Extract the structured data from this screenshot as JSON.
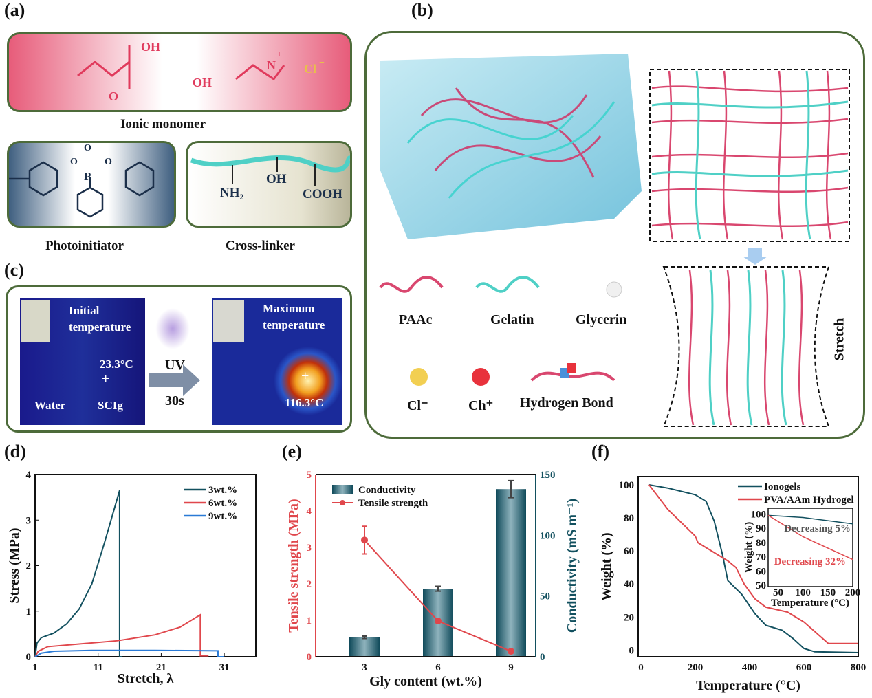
{
  "panel_labels": [
    "(a)",
    "(b)",
    "(c)",
    "(d)",
    "(e)",
    "(f)"
  ],
  "a": {
    "oh1": "OH",
    "o": "O",
    "oh2": "OH",
    "n": "N",
    "plus": "+",
    "cl": "Cl",
    "clminus": "−",
    "ionic": "Ionic monomer",
    "p": "P",
    "o1": "O",
    "o2": "O",
    "o3": "O",
    "photo": "Photoinitiator",
    "nh2": "NH₂",
    "oh3": "OH",
    "cooh": "COOH",
    "cross": "Cross-linker"
  },
  "b": {
    "paac": "PAAc",
    "gelatin": "Gelatin",
    "glycerin": "Glycerin",
    "cl": "Cl⁻",
    "ch": "Ch⁺",
    "hbond": "Hydrogen Bond",
    "stretch": "Stretch"
  },
  "c": {
    "initial": "Initial temperature",
    "init_temp": "23.3°C",
    "water": "Water",
    "scig": "SCIg",
    "uv": "UV",
    "time": "30s",
    "maximum": "Maximum temperature",
    "max_temp": "116.3°C"
  },
  "colors": {
    "teal": "#12505f",
    "red": "#e0474c",
    "blue": "#2a7ad6",
    "border": "#4d6b3a"
  },
  "chart_data": [
    {
      "panel": "d",
      "type": "line",
      "xlabel": "Stretch, λ",
      "ylabel": "Stress (MPa)",
      "xlim": [
        1,
        36
      ],
      "ylim": [
        0,
        4
      ],
      "xticks": [
        1,
        11,
        21,
        31
      ],
      "yticks": [
        0,
        1,
        2,
        3,
        4
      ],
      "legend": "top-right",
      "series": [
        {
          "name": "3wt.%",
          "color": "#12505f",
          "points": [
            [
              1,
              0
            ],
            [
              1.3,
              0.3
            ],
            [
              2,
              0.42
            ],
            [
              4,
              0.52
            ],
            [
              6,
              0.72
            ],
            [
              8,
              1.05
            ],
            [
              10,
              1.6
            ],
            [
              12,
              2.5
            ],
            [
              14.4,
              3.65
            ],
            [
              14.4,
              0
            ],
            [
              14.8,
              0
            ]
          ]
        },
        {
          "name": "6wt.%",
          "color": "#e0474c",
          "points": [
            [
              1,
              0
            ],
            [
              1.5,
              0.12
            ],
            [
              3,
              0.22
            ],
            [
              8,
              0.28
            ],
            [
              14,
              0.35
            ],
            [
              20,
              0.48
            ],
            [
              24,
              0.65
            ],
            [
              27.2,
              0.92
            ],
            [
              27.2,
              0.02
            ],
            [
              28.5,
              0.02
            ]
          ]
        },
        {
          "name": "9wt.%",
          "color": "#2a7ad6",
          "points": [
            [
              1,
              0
            ],
            [
              2,
              0.08
            ],
            [
              4,
              0.12
            ],
            [
              10,
              0.14
            ],
            [
              20,
              0.14
            ],
            [
              30,
              0.13
            ],
            [
              30,
              0
            ],
            [
              31,
              0
            ]
          ]
        }
      ]
    },
    {
      "panel": "e",
      "type": "bar",
      "xlabel": "Gly content (wt.%)",
      "ylabel": "Tensile strength (MPa)",
      "ylabel2": "Conductivity (mS m⁻¹)",
      "categories": [
        "3",
        "6",
        "9"
      ],
      "ylim": [
        0,
        5
      ],
      "y2lim": [
        0,
        150
      ],
      "yticks": [
        0,
        1,
        2,
        3,
        4,
        5
      ],
      "y2ticks": [
        0,
        50,
        100,
        150
      ],
      "legend": "top-left",
      "series": [
        {
          "name": "Conductivity",
          "type": "bar",
          "axis": "right",
          "values": [
            16,
            56,
            138
          ],
          "errors": [
            1,
            2,
            7
          ]
        },
        {
          "name": "Tensile strength",
          "type": "line",
          "axis": "left",
          "values": [
            3.2,
            0.98,
            0.15
          ],
          "errors": [
            0.38,
            0,
            0
          ]
        }
      ]
    },
    {
      "panel": "f",
      "type": "line",
      "xlabel": "Temperature (°C)",
      "ylabel": "Weight (%)",
      "xlim": [
        -10,
        800
      ],
      "ylim": [
        -4,
        105
      ],
      "xticks": [
        0,
        200,
        400,
        600,
        800
      ],
      "yticks": [
        0,
        20,
        40,
        60,
        80,
        100
      ],
      "legend": "top-right",
      "series": [
        {
          "name": "Ionogels",
          "color": "#12505f",
          "points": [
            [
              30,
              100
            ],
            [
              100,
              98
            ],
            [
              200,
              94
            ],
            [
              240,
              90
            ],
            [
              270,
              78
            ],
            [
              300,
              58
            ],
            [
              320,
              42
            ],
            [
              370,
              34
            ],
            [
              420,
              22
            ],
            [
              460,
              15
            ],
            [
              520,
              12
            ],
            [
              560,
              7
            ],
            [
              600,
              1
            ],
            [
              640,
              -1
            ],
            [
              800,
              -1.5
            ]
          ]
        },
        {
          "name": "PVA/AAm Hydrogel",
          "color": "#e0474c",
          "points": [
            [
              30,
              100
            ],
            [
              100,
              85
            ],
            [
              200,
              69
            ],
            [
              210,
              65
            ],
            [
              250,
              61
            ],
            [
              320,
              54
            ],
            [
              350,
              50
            ],
            [
              380,
              40
            ],
            [
              420,
              31
            ],
            [
              460,
              26
            ],
            [
              540,
              23
            ],
            [
              600,
              17
            ],
            [
              690,
              4
            ],
            [
              800,
              4
            ]
          ]
        }
      ],
      "inset": {
        "xlabel": "Temperature (°C)",
        "ylabel": "Weight (%)",
        "xlim": [
          30,
          200
        ],
        "ylim": [
          50,
          105
        ],
        "xticks": [
          50,
          100,
          150,
          200
        ],
        "yticks": [
          50,
          60,
          70,
          80,
          90,
          100
        ],
        "series": [
          {
            "name": "Ionogels",
            "points": [
              [
                30,
                100
              ],
              [
                100,
                98.5
              ],
              [
                200,
                94
              ]
            ]
          },
          {
            "name": "PVA/AAm Hydrogel",
            "points": [
              [
                30,
                100
              ],
              [
                100,
                85
              ],
              [
                200,
                69
              ]
            ]
          }
        ],
        "annotations": [
          "Decreasing 5%",
          "Decreasing 32%"
        ]
      }
    }
  ]
}
